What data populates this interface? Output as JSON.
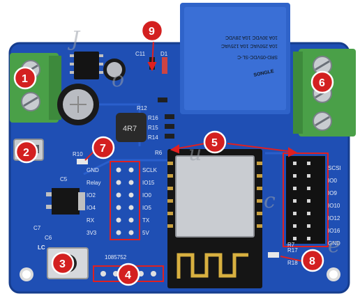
{
  "markers": [
    "1",
    "2",
    "3",
    "4",
    "5",
    "6",
    "7",
    "8",
    "9"
  ],
  "silkscreen": {
    "left_header": [
      "GND",
      "Relay",
      "IO2",
      "IO4",
      "RX",
      "3V3"
    ],
    "right_header": [
      "SCLK",
      "IO15",
      "IO0",
      "IO5",
      "TX",
      "5V"
    ],
    "right_block": [
      "SCSI",
      "IO0",
      "IO9",
      "IO10",
      "IO12",
      "IO16",
      "GND"
    ],
    "part_number": "1085752",
    "lc_logo": "LC",
    "inductor": "4R7",
    "refs": [
      "C11",
      "D1",
      "R12",
      "R16",
      "R15",
      "R14",
      "R17",
      "R18",
      "R10",
      "C5",
      "C7",
      "C6",
      "R6",
      "R7"
    ]
  },
  "relay": {
    "model": "SRD-05VDC-SL-C",
    "ratings": [
      "10A 250VAC  10A 125VAC",
      "10A 30VDC  10A 28VDC"
    ],
    "brand": "SONGLE"
  },
  "watermark": [
    "J",
    "o",
    "u",
    "c",
    "e"
  ],
  "colors": {
    "board": "#1f4fb4",
    "terminal": "#4aa048",
    "relay": "#2f63c9",
    "marker": "#d32020",
    "arrow": "#e02020"
  }
}
